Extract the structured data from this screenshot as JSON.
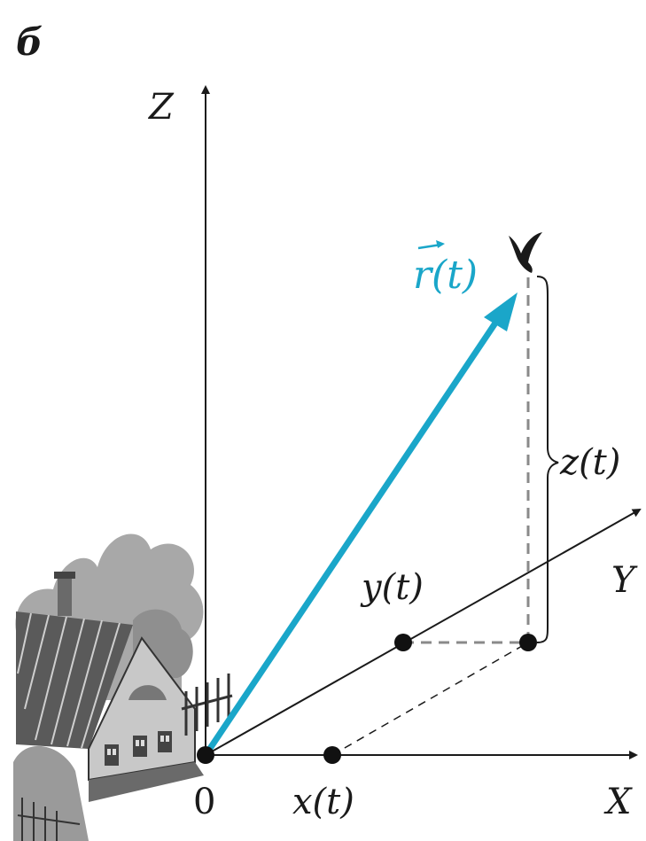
{
  "panel_label": "б",
  "axes": {
    "z_label": "Z",
    "y_label": "Y",
    "x_label": "X",
    "origin_label": "0"
  },
  "vector": {
    "label": "r(t)",
    "color": "#1aa6c9"
  },
  "components": {
    "x": "x(t)",
    "y": "y(t)",
    "z": "z(t)"
  },
  "colors": {
    "axis": "#1a1a1a",
    "dashed": "#8a8a8a",
    "house_dark": "#555555",
    "house_light": "#b5b5b5",
    "trees": "#9a9a9a"
  },
  "icons": [
    "house-illustration",
    "bird-icon"
  ]
}
